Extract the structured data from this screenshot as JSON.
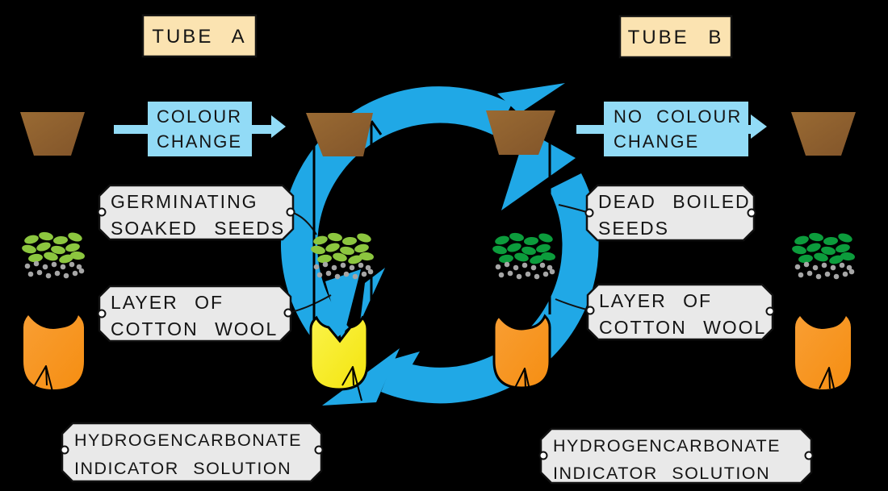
{
  "title_boxes": {
    "tube_a": "TUBE A",
    "tube_b": "TUBE B"
  },
  "flow": {
    "left": {
      "line1": "COLOUR",
      "line2": "CHANGE"
    },
    "right": {
      "line1": "NO COLOUR",
      "line2": "CHANGE"
    }
  },
  "labels": {
    "germinating": {
      "line1": "GERMINATING",
      "line2": "SOAKED SEEDS"
    },
    "dead": {
      "line1": "DEAD BOILED",
      "line2": "SEEDS"
    },
    "cotton_left": {
      "line1": "LAYER OF",
      "line2": "COTTON WOOL"
    },
    "cotton_right": {
      "line1": "LAYER OF",
      "line2": "COTTON WOOL"
    },
    "indicator_left": {
      "line1": "HYDROGENCARBONATE",
      "line2": "INDICATOR SOLUTION"
    },
    "indicator_right": {
      "line1": "HYDROGENCARBONATE",
      "line2": "INDICATOR SOLUTION"
    }
  },
  "tubes": {
    "before_a": {
      "seed_state": "germinating soaked seeds",
      "indicator_colour": "orange"
    },
    "after_a": {
      "seed_state": "germinating soaked seeds",
      "indicator_colour": "yellow"
    },
    "after_b": {
      "seed_state": "dead boiled seeds",
      "indicator_colour": "orange"
    },
    "before_b": {
      "seed_state": "dead boiled seeds",
      "indicator_colour": "orange"
    }
  },
  "palette": {
    "ring_blue": "#20A8E6",
    "light_blue": "#92DBF6",
    "peach": "#FBE3B1",
    "label_gray": "#E9E9E9",
    "orange": "#F7941E",
    "yellow": "#F8E816",
    "brown": "#8B5E2B",
    "green_light": "#8CC63F",
    "green_dark": "#0C9C3C",
    "wool_gray": "#A6A6A6"
  }
}
